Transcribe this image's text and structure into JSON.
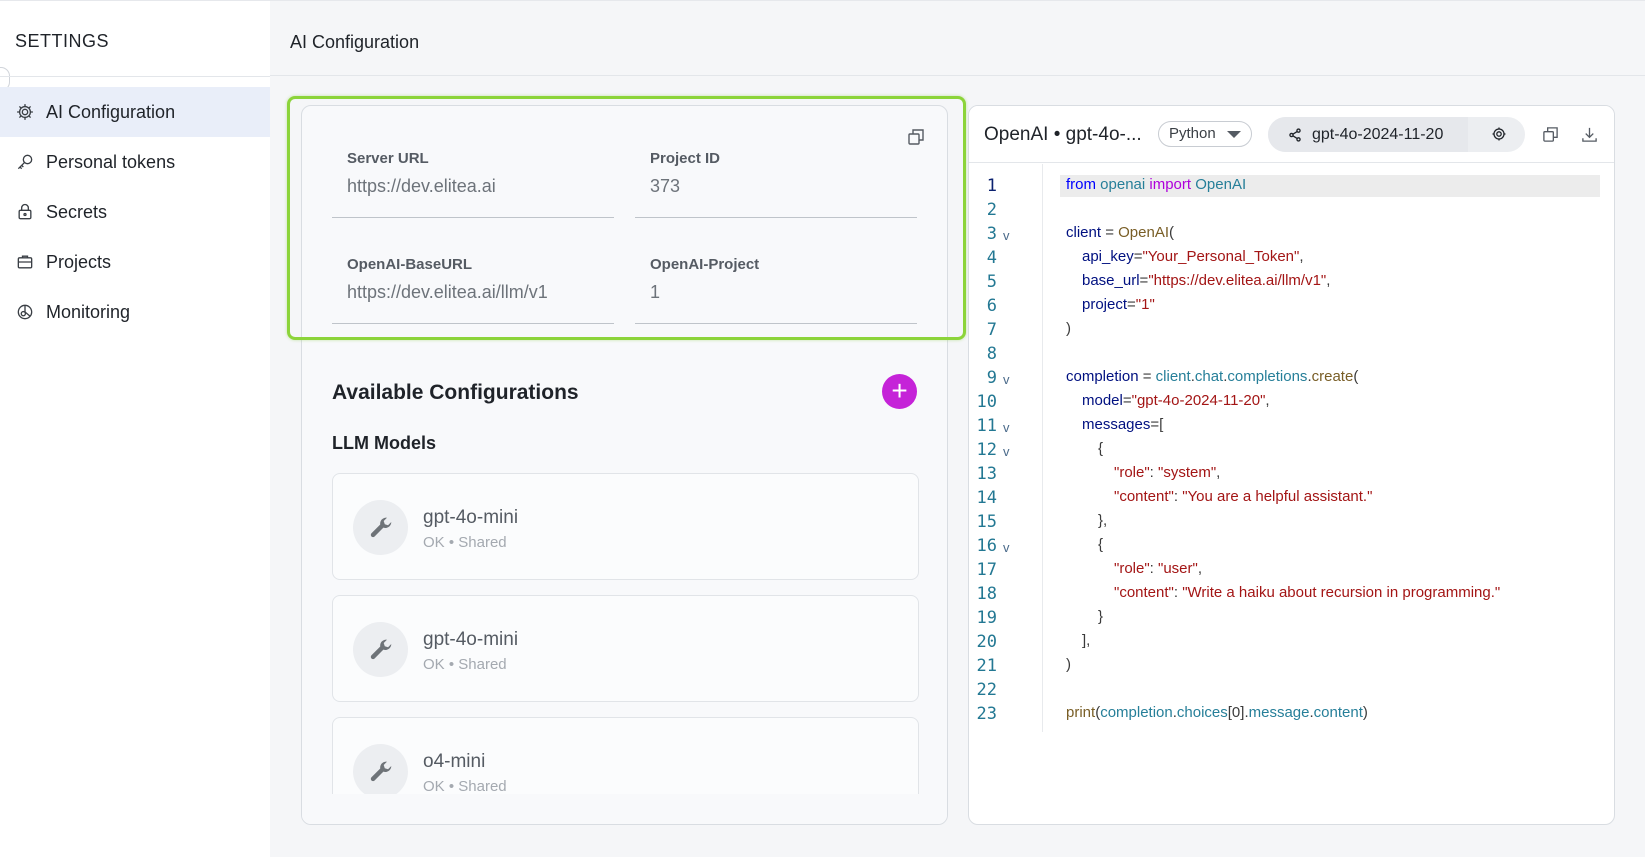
{
  "sidebar": {
    "title": "SETTINGS",
    "items": [
      {
        "label": "AI Configuration",
        "icon": "gear-icon",
        "active": true
      },
      {
        "label": "Personal tokens",
        "icon": "key-icon",
        "active": false
      },
      {
        "label": "Secrets",
        "icon": "lock-icon",
        "active": false
      },
      {
        "label": "Projects",
        "icon": "briefcase-icon",
        "active": false
      },
      {
        "label": "Monitoring",
        "icon": "pie-chart-icon",
        "active": false
      }
    ]
  },
  "header": {
    "title": "AI Configuration"
  },
  "config": {
    "server_url_label": "Server URL",
    "server_url_value": "https://dev.elitea.ai",
    "project_id_label": "Project ID",
    "project_id_value": "373",
    "openai_base_label": "OpenAI-BaseURL",
    "openai_base_value": "https://dev.elitea.ai/llm/v1",
    "openai_project_label": "OpenAI-Project",
    "openai_project_value": "1"
  },
  "available": {
    "title": "Available Configurations",
    "add_label": "+",
    "llm_title": "LLM Models",
    "models": [
      {
        "name": "gpt-4o-mini",
        "status": "OK • Shared"
      },
      {
        "name": "gpt-4o-mini",
        "status": "OK • Shared"
      },
      {
        "name": "o4-mini",
        "status": "OK • Shared"
      }
    ]
  },
  "code_panel": {
    "title": "OpenAI • gpt-4o-...",
    "language": "Python",
    "model": "gpt-4o-2024-11-20",
    "line_numbers": [
      "1",
      "2",
      "3",
      "4",
      "5",
      "6",
      "7",
      "8",
      "9",
      "10",
      "11",
      "12",
      "13",
      "14",
      "15",
      "16",
      "17",
      "18",
      "19",
      "20",
      "21",
      "22",
      "23"
    ],
    "fold_marker": "v"
  },
  "colors": {
    "accent_active_bg": "#e9eef9",
    "highlight_border": "#8cd43a",
    "add_button": "#c523d8",
    "line_number": "#237893"
  }
}
